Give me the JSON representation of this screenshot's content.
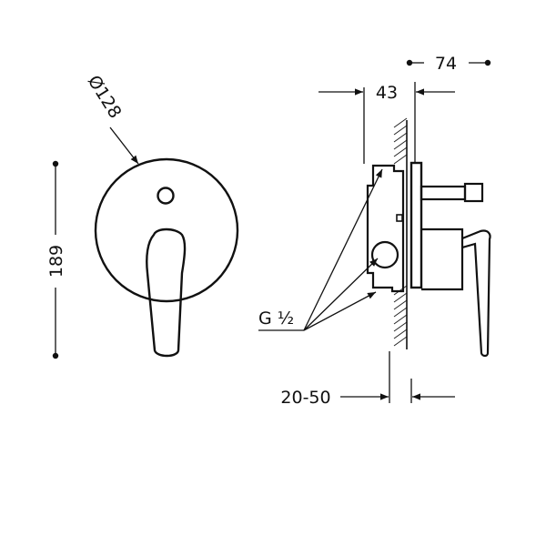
{
  "diagram": {
    "dimensions": {
      "diameter": "Ø128",
      "height": "189",
      "depth_total": "74",
      "depth_body": "43",
      "thread": "G ½",
      "wall_range": "20-50"
    },
    "colors": {
      "line": "#111111",
      "hatch": "#222222",
      "background": "#ffffff"
    }
  }
}
